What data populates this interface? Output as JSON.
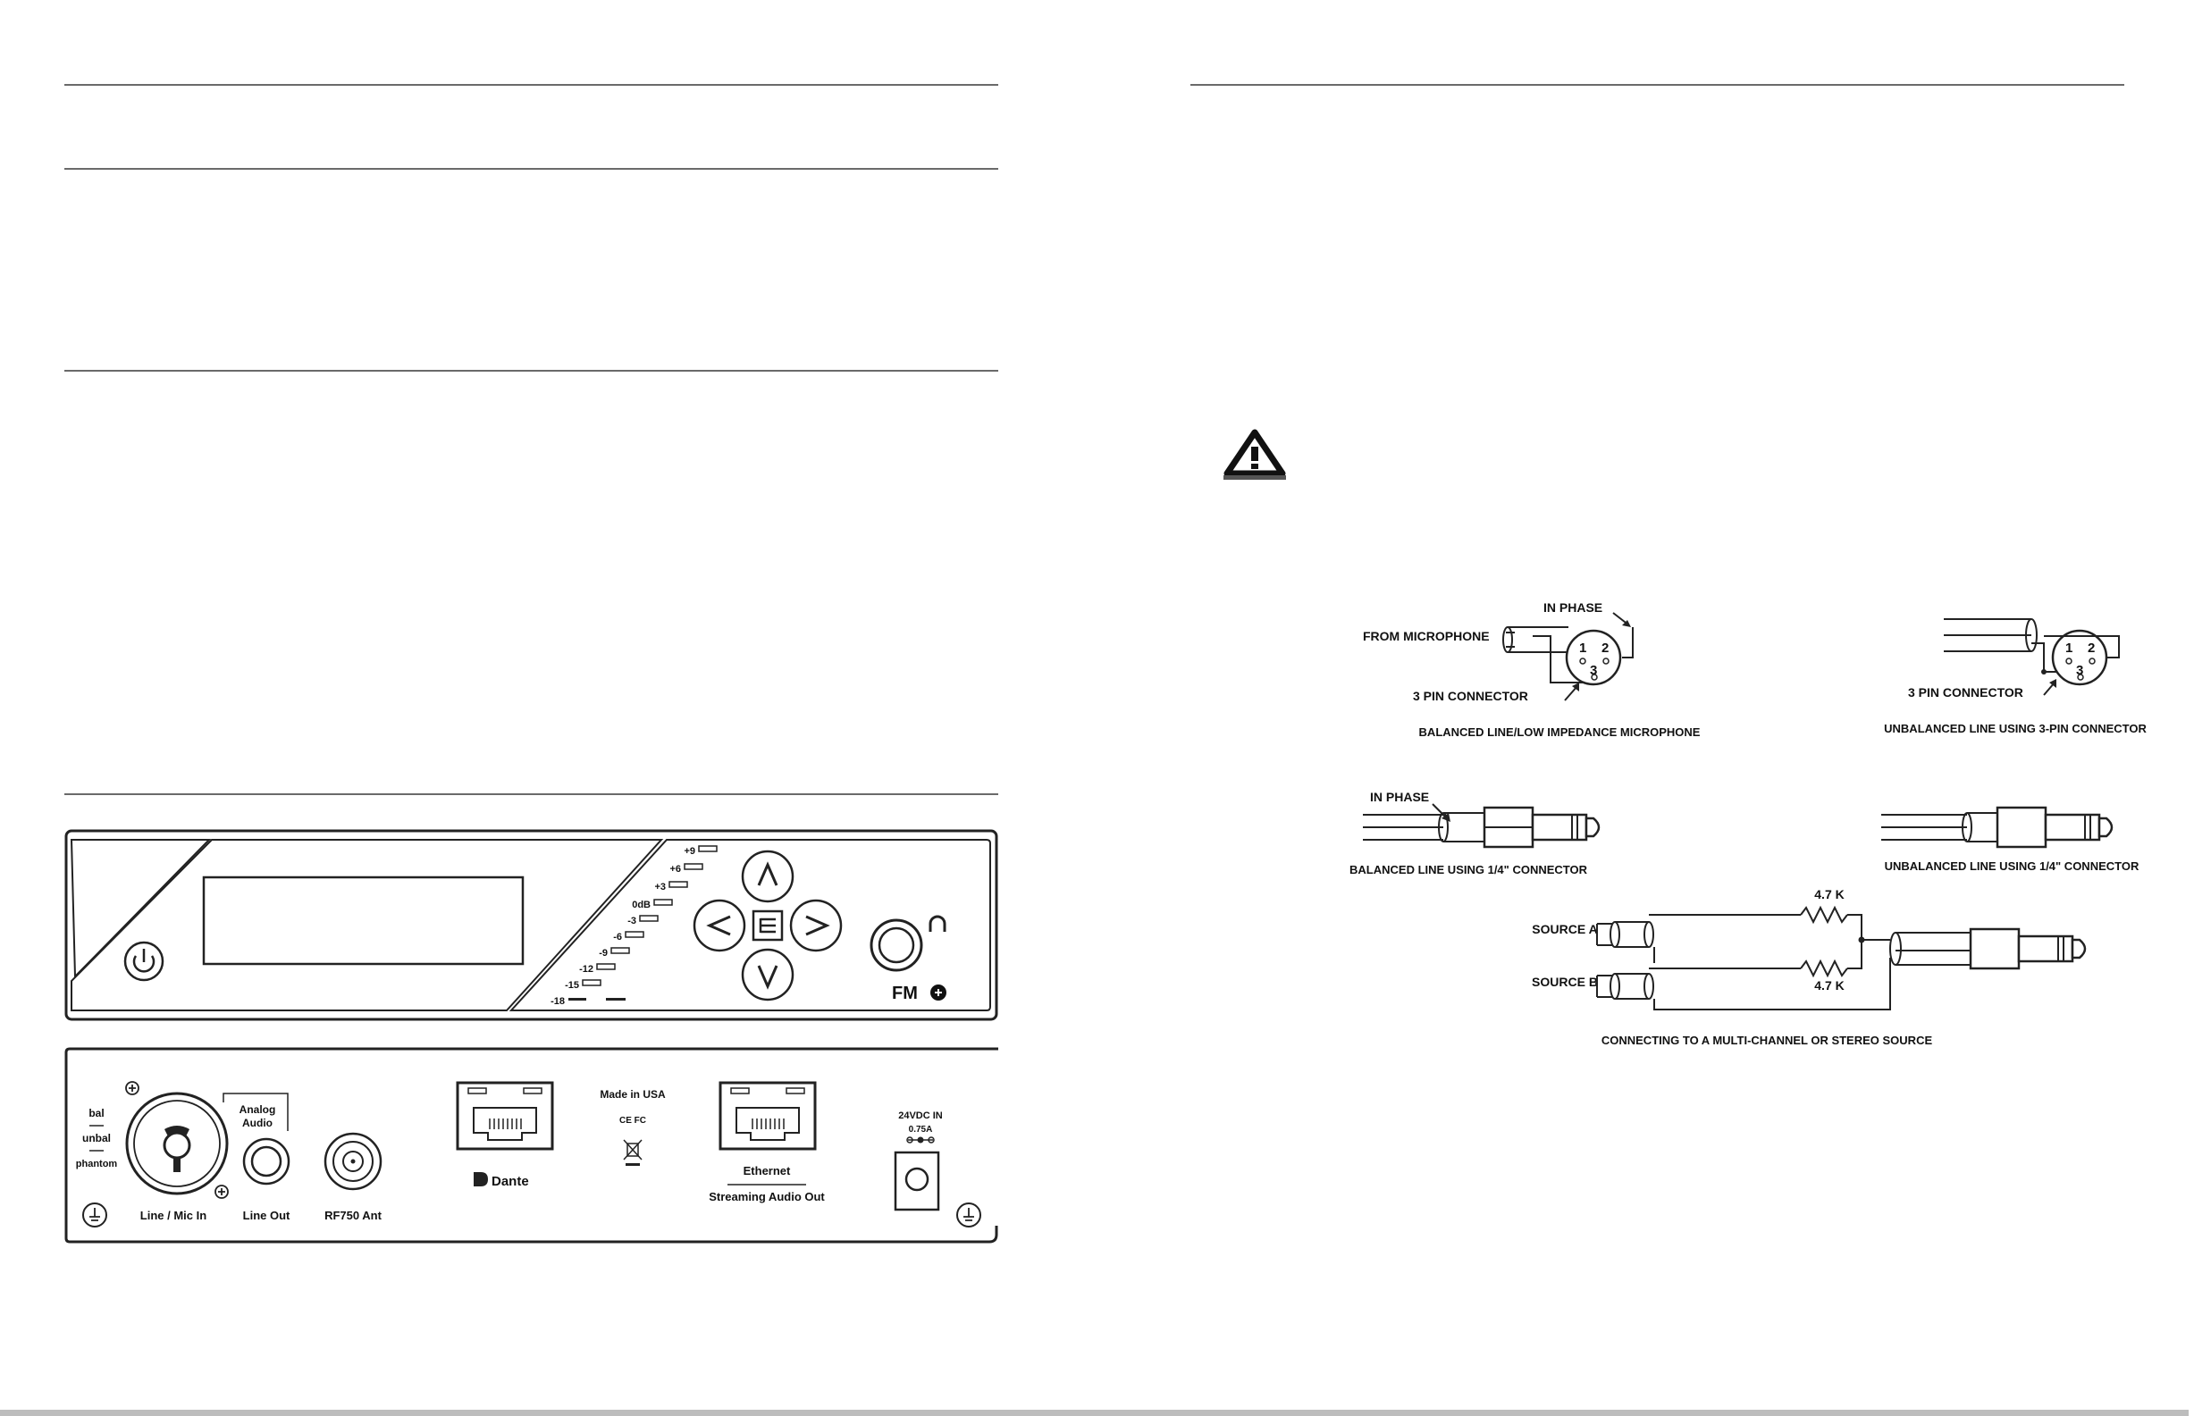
{
  "front_panel": {
    "meter_labels": [
      "+9",
      "+6",
      "+3",
      "0dB",
      "-3",
      "-6",
      "-9",
      "-12",
      "-15",
      "-18"
    ],
    "brand_mark": "FM"
  },
  "rear_panel": {
    "bal": "bal",
    "unbal": "unbal",
    "phantom": "phantom",
    "line_mic_in": "Line / Mic In",
    "analog": "Analog",
    "audio": "Audio",
    "line_out": "Line Out",
    "rf_ant": "RF750 Ant",
    "dante": "Dante",
    "made_in": "Made in USA",
    "ce_fcc": "CE FC",
    "ethernet": "Ethernet",
    "streaming": "Streaming Audio Out",
    "dc_in": "24VDC IN",
    "dc_amp": "0.75A"
  },
  "wiring": {
    "in_phase_1": "IN PHASE",
    "from_mic": "FROM MICROPHONE",
    "pin_connector_1": "3 PIN CONNECTOR",
    "balanced_xlr": "BALANCED LINE/LOW IMPEDANCE MICROPHONE",
    "pin_connector_2": "3 PIN CONNECTOR",
    "unbalanced_xlr": "UNBALANCED LINE USING 3-PIN CONNECTOR",
    "in_phase_2": "IN PHASE",
    "balanced_quarter": "BALANCED LINE USING 1/4\" CONNECTOR",
    "unbalanced_quarter": "UNBALANCED LINE USING 1/4\" CONNECTOR",
    "resistor_1": "4.7 K",
    "resistor_2": "4.7 K",
    "source_a": "SOURCE A",
    "source_b": "SOURCE B",
    "multichannel": "CONNECTING TO A MULTI-CHANNEL OR STEREO SOURCE",
    "pin1": "1",
    "pin2": "2",
    "pin3": "3"
  }
}
